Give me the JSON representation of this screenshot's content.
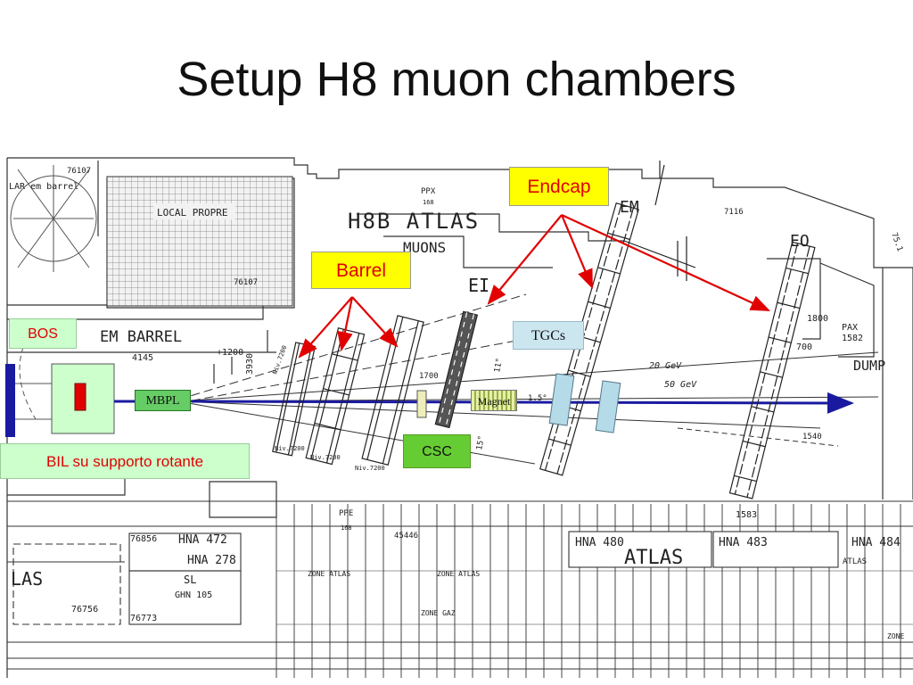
{
  "slide": {
    "title": "Setup H8 muon chambers"
  },
  "callouts": {
    "endcap": "Endcap",
    "barrel": "Barrel",
    "bos": "BOS",
    "bil": "BIL su supporto rotante",
    "csc": "CSC",
    "tgcs": "TGCs",
    "mbpl": "MBPL",
    "magnet": "Magnet"
  },
  "drawing_text": {
    "lar_em_barrel": "LAR em barrel",
    "n76107a": "76107",
    "local_propre": "LOCAL PROPRE",
    "n76107b": "76107",
    "ppx": "PPX",
    "ppx_num": "168",
    "h8b_atlas": "H8B ATLAS",
    "muons": "MUONS",
    "ei": "EI",
    "em": "EM",
    "eo": "EO",
    "n7116": "7116",
    "em_barrel": "EM BARREL",
    "n1200": "+1200",
    "n4145": "4145",
    "n3930": "3930",
    "n1700": "1700",
    "n1800": "1800",
    "n700": "700",
    "pax": "PAX",
    "pax_num": "1582",
    "dump": "DUMP",
    "gev20": "20 GeV",
    "gev50": "50 GeV",
    "n1540": "1540",
    "n1583": "1583",
    "ppe": "PPE",
    "ppe_num": "168",
    "n45446": "45446",
    "n76856": "76856",
    "hna472": "HNA 472",
    "hna278": "HNA 278",
    "hna480": "HNA 480",
    "hna483": "HNA 483",
    "hna484": "HNA 484",
    "atlas_big": "ATLAS",
    "atlas_small": "ATLAS",
    "las": "LAS",
    "sl": "SL",
    "ghn105": "GHN 105",
    "n76756": "76756",
    "n76773": "76773",
    "zone_atlas1": "ZONE ATLAS",
    "zone_atlas2": "ZONE ATLAS",
    "zone_gaz": "ZONE GAZ",
    "zone_edge": "ZONE",
    "deg15": "15°",
    "deg11": "11°",
    "deg15b": "1.5°",
    "n7200a": "Niv.7200",
    "n7200b": "Niv.7200",
    "n7200c": "Niv.7200",
    "n7200d": "Niv.7200",
    "n751": "75.1"
  },
  "colors": {
    "callout_yellow": "#ffff00",
    "callout_green": "#ccffcc",
    "csc_green": "#66cc33",
    "arrow_red": "#e00000",
    "beam_blue": "#1a1aa0",
    "tgc_blue": "#b5dbe8"
  }
}
